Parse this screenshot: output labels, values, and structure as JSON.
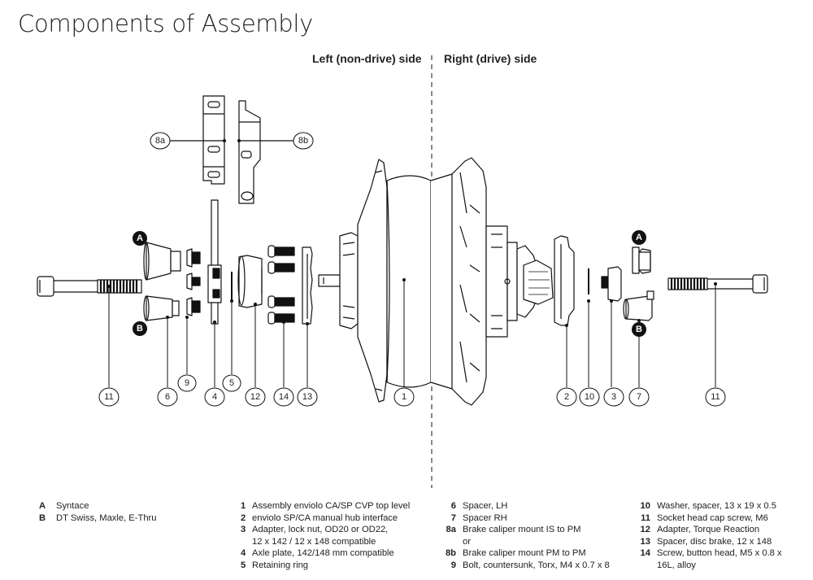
{
  "title": "Components of Assembly",
  "sides": {
    "left": "Left (non-drive) side",
    "right": "Right (drive) side"
  },
  "callouts": {
    "c8a": "8a",
    "c8b": "8b",
    "cA_left": "A",
    "cB_left": "B",
    "cA_right": "A",
    "cB_right": "B",
    "c11_left": "11",
    "c6": "6",
    "c9": "9",
    "c4": "4",
    "c5": "5",
    "c12": "12",
    "c14": "14",
    "c13": "13",
    "c1": "1",
    "c2": "2",
    "c10": "10",
    "c3": "3",
    "c7": "7",
    "c11_right": "11"
  },
  "legend": {
    "col1": [
      {
        "key": "A",
        "text": "Syntace"
      },
      {
        "key": "B",
        "text": "DT Swiss, Maxle, E-Thru"
      }
    ],
    "col2": [
      {
        "key": "1",
        "text": "Assembly enviolo CA/SP CVP top level"
      },
      {
        "key": "2",
        "text": "enviolo SP/CA manual hub interface"
      },
      {
        "key": "3",
        "text": "Adapter, lock nut, OD20 or OD22,"
      },
      {
        "key": "",
        "text": "12 x 142 / 12 x 148 compatible"
      },
      {
        "key": "4",
        "text": "Axle plate, 142/148 mm compatible"
      },
      {
        "key": "5",
        "text": "Retaining ring"
      }
    ],
    "col3": [
      {
        "key": "6",
        "text": "Spacer, LH"
      },
      {
        "key": "7",
        "text": "Spacer RH"
      },
      {
        "key": "8a",
        "text": "Brake caliper mount IS to PM"
      },
      {
        "key": "",
        "text": "or"
      },
      {
        "key": "8b",
        "text": "Brake caliper mount PM to PM"
      },
      {
        "key": "9",
        "text": "Bolt, countersunk, Torx, M4 x 0.7 x 8"
      }
    ],
    "col4": [
      {
        "key": "10",
        "text": "Washer, spacer, 13 x 19 x 0.5"
      },
      {
        "key": "11",
        "text": "Socket head cap screw, M6"
      },
      {
        "key": "12",
        "text": "Adapter, Torque Reaction"
      },
      {
        "key": "13",
        "text": "Spacer, disc brake, 12 x 148"
      },
      {
        "key": "14",
        "text": "Screw, button head, M5 x 0.8 x"
      },
      {
        "key": "",
        "text": "16L, alloy"
      }
    ]
  }
}
